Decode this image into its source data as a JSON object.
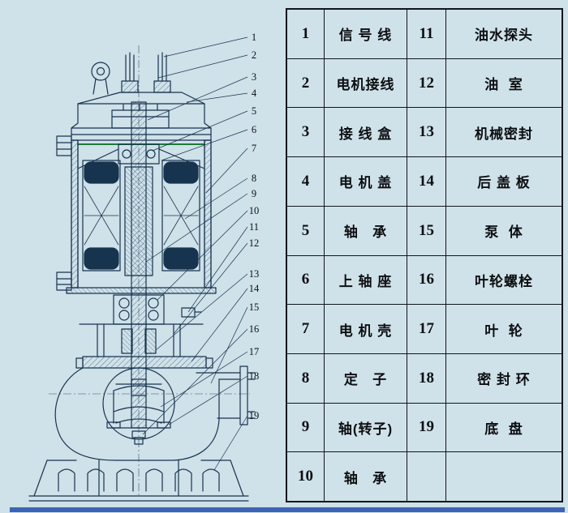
{
  "colors": {
    "background": "#cfe1e9",
    "line_art": "#17344f",
    "table_border": "#10151a",
    "gasket_green": "#1d7a3a",
    "bottom_strip_blue": "#3c63b5"
  },
  "diagram": {
    "labels": [
      "1",
      "2",
      "3",
      "4",
      "5",
      "6",
      "7",
      "8",
      "9",
      "10",
      "11",
      "12",
      "13",
      "14",
      "15",
      "16",
      "17",
      "18",
      "19"
    ]
  },
  "table": {
    "rows": [
      {
        "n1": "1",
        "t1": "信 号 线",
        "n2": "11",
        "t2": "油水探头"
      },
      {
        "n1": "2",
        "t1": "电机接线",
        "n2": "12",
        "t2": "油  室"
      },
      {
        "n1": "3",
        "t1": "接 线 盒",
        "n2": "13",
        "t2": "机械密封"
      },
      {
        "n1": "4",
        "t1": "电 机 盖",
        "n2": "14",
        "t2": "后 盖 板"
      },
      {
        "n1": "5",
        "t1": "轴   承",
        "n2": "15",
        "t2": "泵  体"
      },
      {
        "n1": "6",
        "t1": "上 轴 座",
        "n2": "16",
        "t2": "叶轮螺栓"
      },
      {
        "n1": "7",
        "t1": "电 机 壳",
        "n2": "17",
        "t2": "叶  轮"
      },
      {
        "n1": "8",
        "t1": "定   子",
        "n2": "18",
        "t2": "密 封 环"
      },
      {
        "n1": "9",
        "t1": "轴(转子)",
        "n2": "19",
        "t2": "底  盘"
      },
      {
        "n1": "10",
        "t1": "轴   承",
        "n2": "",
        "t2": ""
      }
    ]
  }
}
